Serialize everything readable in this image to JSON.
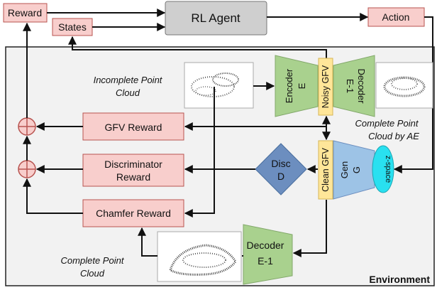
{
  "top": {
    "reward_label": "Reward",
    "states_label": "States",
    "agent_label": "RL Agent",
    "action_label": "Action"
  },
  "environment": {
    "label": "Environment",
    "incomplete_cloud_caption": [
      "Incomplete Point",
      "Cloud"
    ],
    "encoder_label": [
      "Encoder",
      "E"
    ],
    "noisy_gfv_label": "Noisy GFV",
    "decoder_top_label": [
      "Decoder",
      "E-1"
    ],
    "complete_cloud_ae_caption": [
      "Complete Point",
      "Cloud by AE"
    ],
    "gfv_reward_label": "GFV Reward",
    "discriminator_reward_label": [
      "Discriminator",
      "Reward"
    ],
    "chamfer_reward_label": "Chamfer Reward",
    "disc_label": [
      "Disc",
      "D"
    ],
    "clean_gfv_label": "Clean GFV",
    "gen_label": [
      "Gen",
      "G"
    ],
    "z_space_label": "z-space",
    "decoder_bottom_label": [
      "Decoder",
      "E-1"
    ],
    "complete_cloud_caption": [
      "Complete Point",
      "Cloud"
    ]
  },
  "colors": {
    "reward_box": "#f8cecc",
    "reward_border": "#b85450",
    "agent_box": "#cfcfcf",
    "encoder_green": "#a9d18e",
    "gfv_yellow": "#ffe699",
    "disc_blue": "#6c8ebf",
    "gen_blue": "#9dc3e6",
    "zspace_cyan": "#29e0f0",
    "env_bg": "#f2f2f2"
  }
}
